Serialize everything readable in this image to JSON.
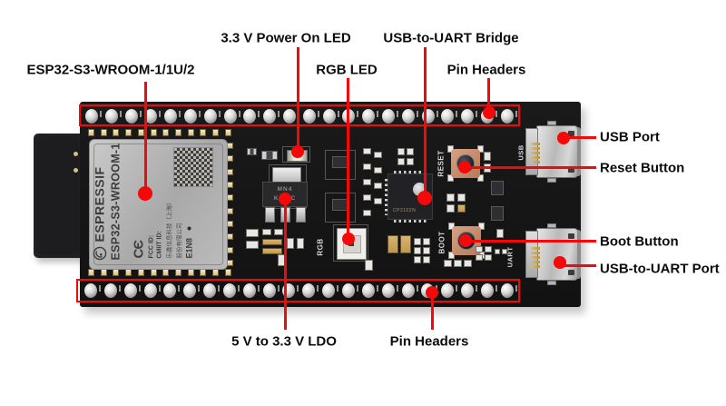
{
  "callouts": {
    "module": {
      "label": "ESP32-S3-WROOM-1/1U/2"
    },
    "power_led": {
      "label": "3.3 V Power On LED"
    },
    "rgb_led": {
      "label": "RGB LED"
    },
    "usb_uart_bridge": {
      "label": "USB-to-UART Bridge"
    },
    "pin_headers_top": {
      "label": "Pin Headers"
    },
    "usb_port": {
      "label": "USB Port"
    },
    "reset_button": {
      "label": "Reset Button"
    },
    "boot_button": {
      "label": "Boot Button"
    },
    "usb_to_uart_port": {
      "label": "USB-to-UART Port"
    },
    "ldo": {
      "label": "5 V to 3.3 V LDO"
    },
    "pin_headers_bottom": {
      "label": "Pin Headers"
    }
  },
  "board": {
    "module_silkscreen": {
      "brand": "ESPRESSIF",
      "model": "ESP32-S3-WROOM-1",
      "ce_mark": "CЄ",
      "fcc_label": "FCC ID:",
      "cmiit_label": "CMIIT ID:",
      "manufacturer_cn_1": "乐鑫信息科技（上海）",
      "manufacturer_cn_2": "股份有限公司",
      "lot_code": "E1N8"
    },
    "silkscreen": {
      "reset": "RESET",
      "boot": "BOOT",
      "rgb": "RGB",
      "usb": "USB",
      "uart": "UART"
    },
    "bridge_chip_marking": "CP2102N",
    "ldo_marking_line1": "MN4",
    "ldo_marking_line2": "K2 KC",
    "pin_headers": {
      "top_pin_count": 22,
      "bottom_pin_count": 22
    }
  },
  "colors": {
    "callout_red": "#f50808",
    "pcb_black": "#161616",
    "shield_silver": "#b9b9b9",
    "label_text": "#0c0c0c",
    "button_copper": "#c08a64",
    "gold_pad": "#d9bd7f",
    "background": "#ffffff"
  }
}
